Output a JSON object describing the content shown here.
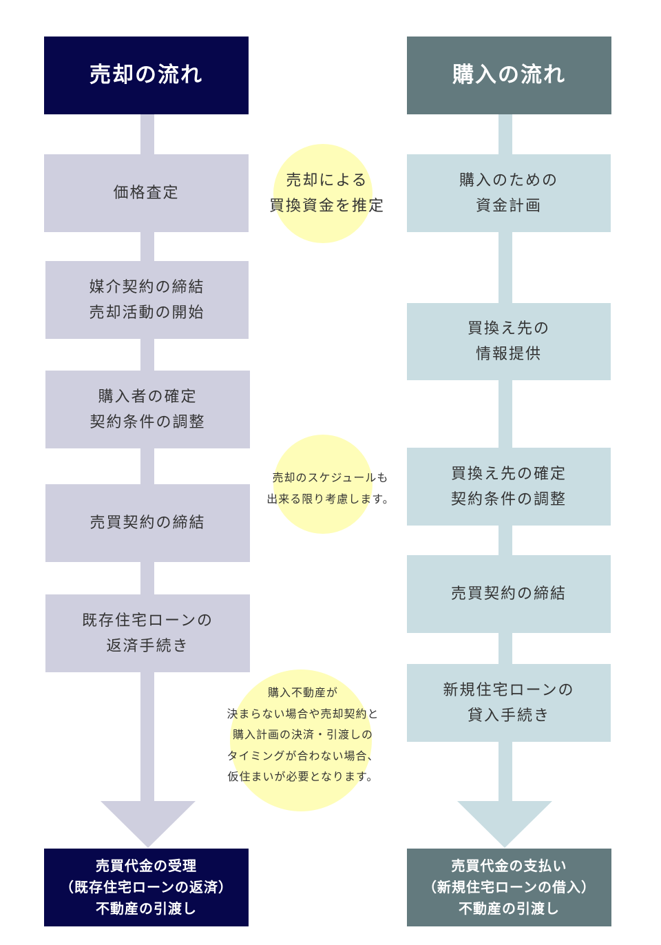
{
  "sell": {
    "title": "売却の流れ",
    "steps": [
      "価格査定",
      "媒介契約の締結\n売却活動の開始",
      "購入者の確定\n契約条件の調整",
      "売買契約の締結",
      "既存住宅ローンの\n返済手続き"
    ],
    "final": "売買代金の受理\n（既存住宅ローンの返済）\n不動産の引渡し"
  },
  "buy": {
    "title": "購入の流れ",
    "steps": [
      "購入のための\n資金計画",
      "買換え先の\n情報提供",
      "買換え先の確定\n契約条件の調整",
      "売買契約の締結",
      "新規住宅ローンの\n貸入手続き"
    ],
    "final": "売買代金の支払い\n（新規住宅ローンの借入）\n不動産の引渡し"
  },
  "notes": [
    "売却による\n買換資金を推定",
    "売却のスケジュールも\n出来る限り考慮します。",
    "購入不動産が\n決まらない場合や売却契約と\n購入計画の決済・引渡しの\nタイミングが合わない場合、\n仮住まいが必要となります。"
  ],
  "colors": {
    "navy": "#06064b",
    "slate": "#637a7e",
    "lilac": "#cfcfdf",
    "lightblue": "#c9dde2",
    "yellow": "#fefdb8"
  }
}
